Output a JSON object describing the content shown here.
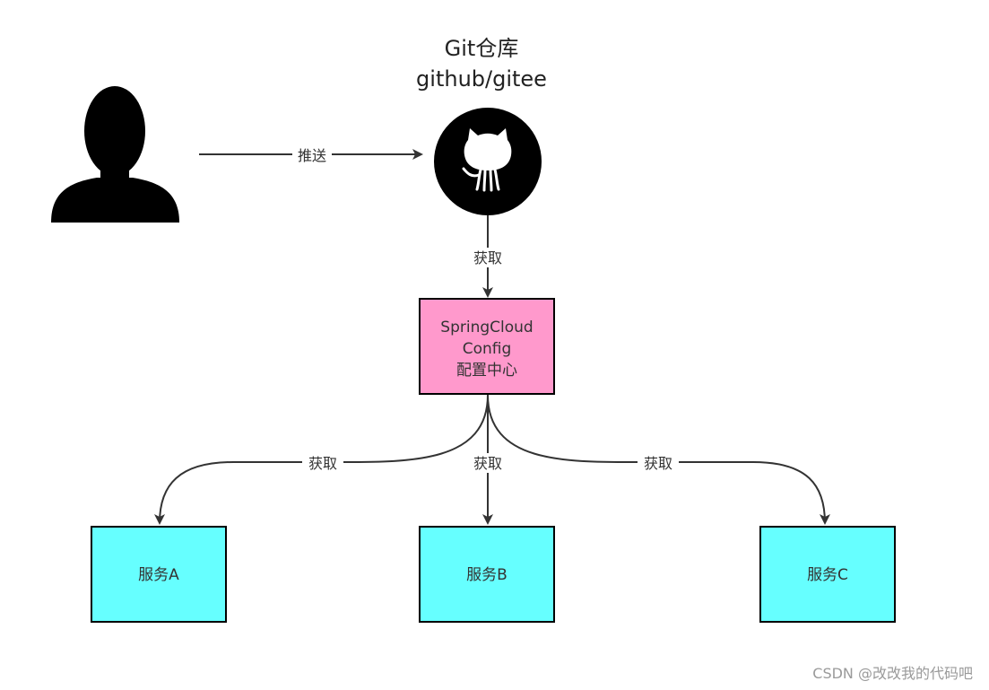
{
  "repo": {
    "title_line1": "Git仓库",
    "title_line2": "github/gitee",
    "icon": "github-octocat-icon"
  },
  "user": {
    "icon": "user-silhouette-icon"
  },
  "edges": {
    "push_label": "推送",
    "fetch_repo_label": "获取",
    "fetch_a_label": "获取",
    "fetch_b_label": "获取",
    "fetch_c_label": "获取"
  },
  "config_center": {
    "line1": "SpringCloud",
    "line2": "Config",
    "line3": "配置中心",
    "fill": "#ff99cc"
  },
  "services": [
    {
      "label": "服务A",
      "fill": "#66ffff"
    },
    {
      "label": "服务B",
      "fill": "#66ffff"
    },
    {
      "label": "服务C",
      "fill": "#66ffff"
    }
  ],
  "watermark": "CSDN @改改我的代码吧"
}
